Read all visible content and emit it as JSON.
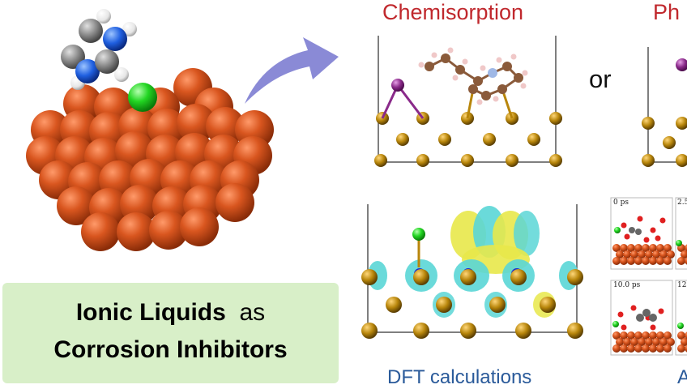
{
  "labels": {
    "chemisorption": "Chemisorption",
    "physisorption_partial": "Ph",
    "or": "or",
    "dft": "DFT calculations",
    "aimd_partial": "A"
  },
  "banner": {
    "line1_bold": "Ionic Liquids",
    "line1_rest": "as",
    "line2": "Corrosion Inhibitors"
  },
  "md_times": [
    "0 ps",
    "2.5",
    "10.0 ps",
    "12"
  ],
  "colors": {
    "copper": "#c8501e",
    "chloride": "#22cc22",
    "title_red": "#c0282d",
    "caption_blue": "#2a5a9a",
    "banner_green": "#d8efc8",
    "arrow": "#8a8ad6"
  }
}
